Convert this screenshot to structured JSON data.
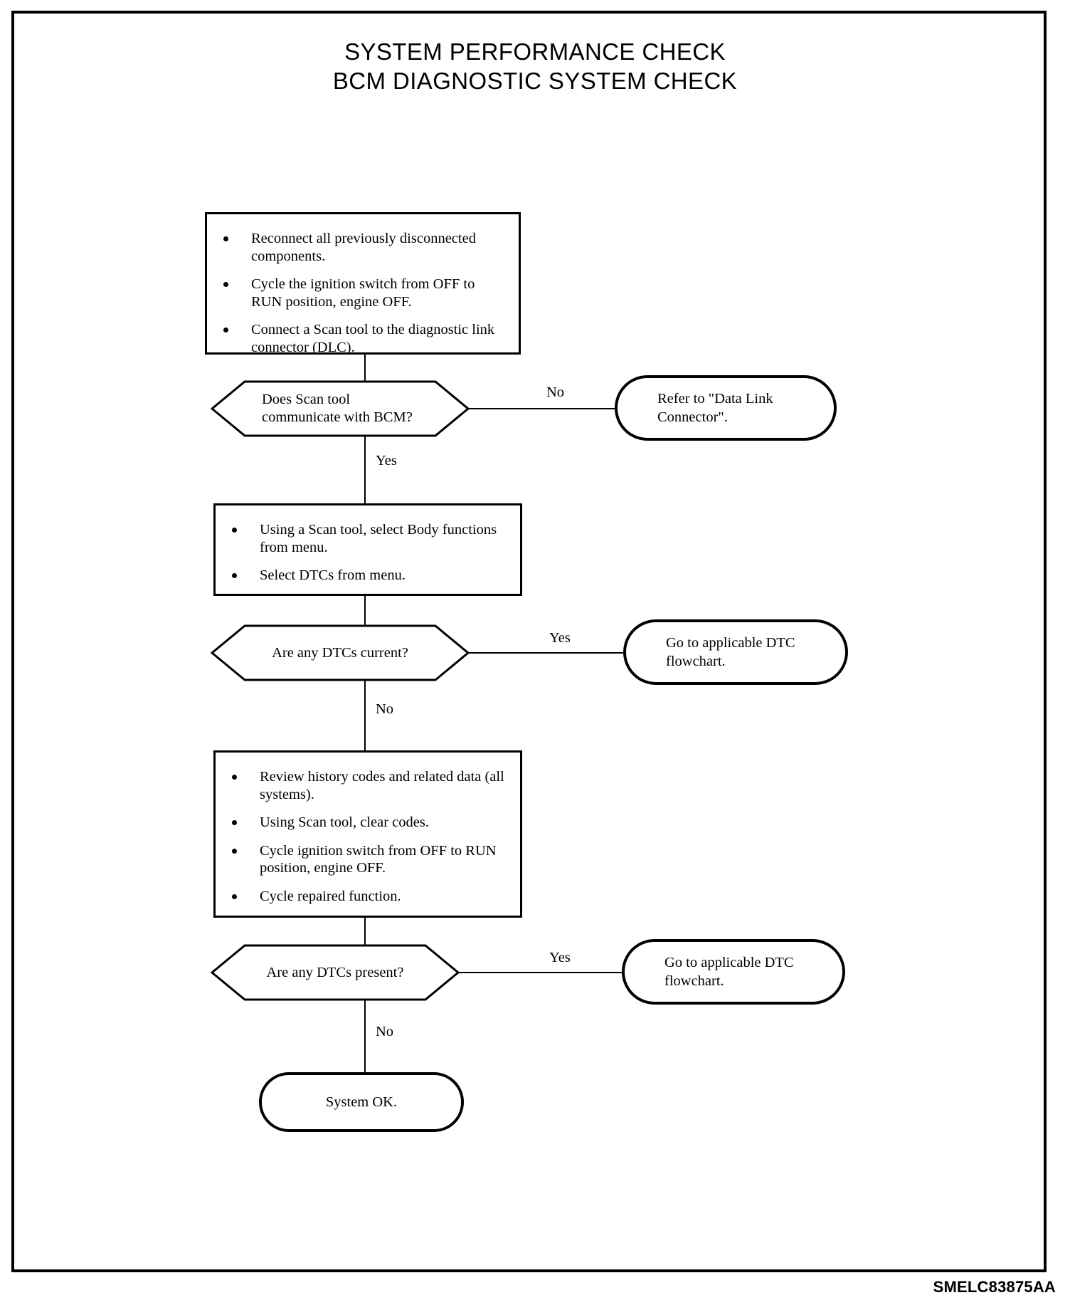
{
  "title": {
    "line1": "SYSTEM PERFORMANCE CHECK",
    "line2": "BCM DIAGNOSTIC SYSTEM CHECK"
  },
  "figure_id": "SMELC83875AA",
  "flow": {
    "step1": {
      "type": "process",
      "bullets": [
        "Reconnect all previously disconnected components.",
        "Cycle the ignition switch from OFF to RUN position, engine OFF.",
        "Connect a Scan tool to the diagnostic link connector (DLC)."
      ]
    },
    "decision1": {
      "type": "decision",
      "text": "Does Scan tool communicate with BCM?",
      "branch_right_label": "No",
      "branch_down_label": "Yes"
    },
    "terminal1": {
      "type": "terminator",
      "text": "Refer to \"Data Link Connector\"."
    },
    "step2": {
      "type": "process",
      "bullets": [
        "Using a Scan tool, select Body functions from menu.",
        "Select DTCs from menu."
      ]
    },
    "decision2": {
      "type": "decision",
      "text": "Are any DTCs current?",
      "branch_right_label": "Yes",
      "branch_down_label": "No"
    },
    "terminal2": {
      "type": "terminator",
      "text": "Go to applicable DTC flowchart."
    },
    "step3": {
      "type": "process",
      "bullets": [
        "Review history codes and related data (all systems).",
        "Using Scan tool, clear codes.",
        "Cycle ignition switch from OFF to RUN position, engine OFF.",
        "Cycle repaired function."
      ]
    },
    "decision3": {
      "type": "decision",
      "text": "Are any DTCs present?",
      "branch_right_label": "Yes",
      "branch_down_label": "No"
    },
    "terminal3": {
      "type": "terminator",
      "text": "Go to applicable DTC flowchart."
    },
    "terminal_end": {
      "type": "terminator",
      "text": "System OK."
    }
  },
  "colors": {
    "ink": "#000000",
    "paper": "#ffffff"
  }
}
